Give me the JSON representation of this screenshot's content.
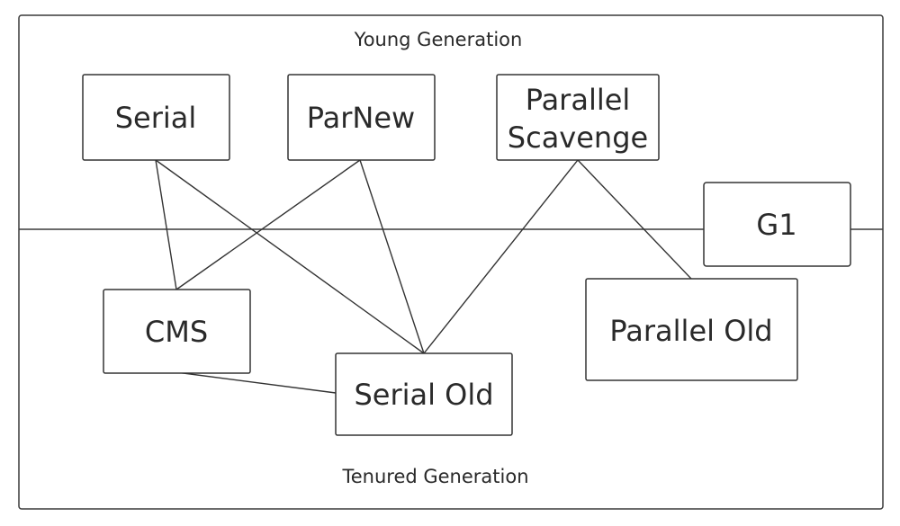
{
  "regions": {
    "young": "Young Generation",
    "tenured": "Tenured Generation"
  },
  "collectors": {
    "serial": {
      "line1": "Serial",
      "line2": ""
    },
    "parnew": {
      "line1": "ParNew",
      "line2": ""
    },
    "parallel_scavenge": {
      "line1": "Parallel",
      "line2": "Scavenge"
    },
    "g1": {
      "line1": "G1",
      "line2": ""
    },
    "cms": {
      "line1": "CMS",
      "line2": ""
    },
    "serial_old": {
      "line1": "Serial Old",
      "line2": ""
    },
    "parallel_old": {
      "line1": "Parallel Old",
      "line2": ""
    }
  },
  "connections": [
    {
      "from": "serial",
      "to": "cms"
    },
    {
      "from": "serial",
      "to": "serial_old"
    },
    {
      "from": "parnew",
      "to": "cms"
    },
    {
      "from": "parnew",
      "to": "serial_old"
    },
    {
      "from": "parallel_scavenge",
      "to": "serial_old"
    },
    {
      "from": "parallel_scavenge",
      "to": "parallel_old"
    },
    {
      "from": "cms",
      "to": "serial_old"
    }
  ]
}
